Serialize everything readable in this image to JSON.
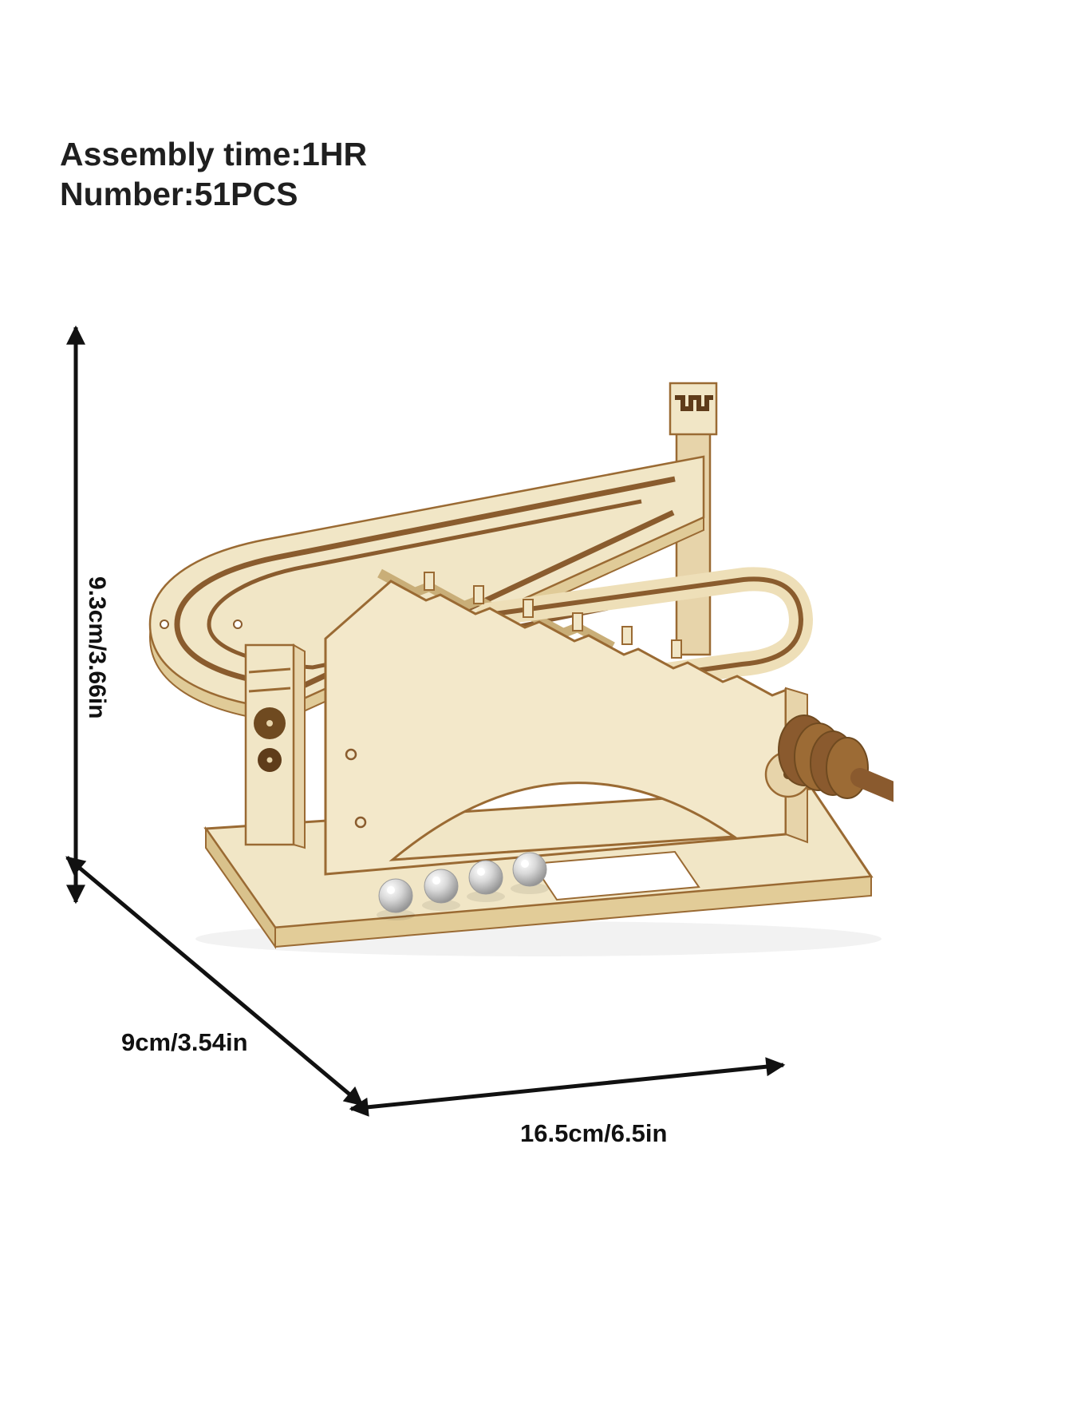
{
  "page": {
    "background": "#ffffff"
  },
  "specs": {
    "assembly_time": "Assembly time:1HR",
    "piece_count": "Number:51PCS"
  },
  "dimensions": {
    "height_label": "9.3cm/3.66in",
    "depth_label": "9cm/3.54in",
    "width_label": "16.5cm/6.5in"
  },
  "product": {
    "description": "Laser-cut wooden 3D puzzle marble run mechanical model with cam discs, crank handle and steel balls",
    "visible_ball_count": 4,
    "colors": {
      "wood_light": "#f1e6c6",
      "wood_mid": "#e7d4aa",
      "wood_shadow": "#e0cb98",
      "wood_edge": "#9a6a33",
      "wood_burnt": "#6f4a20",
      "crank_wood": "#8a5a2e",
      "ball_silver": "#c9c9c9",
      "arrow_color": "#111111",
      "text_color": "#1f1f1f"
    }
  }
}
